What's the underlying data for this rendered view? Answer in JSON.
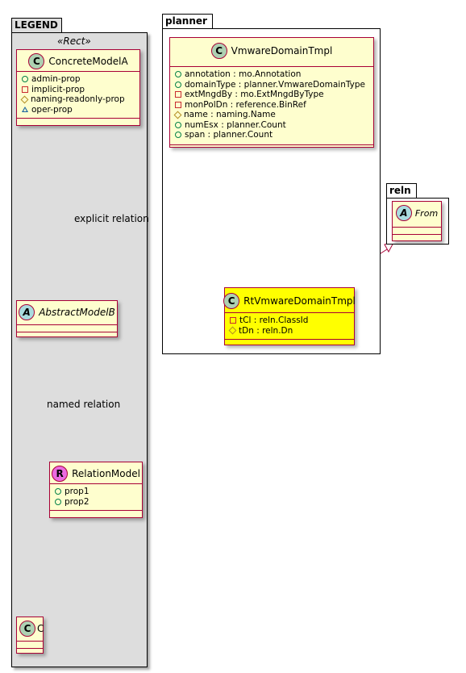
{
  "packages": {
    "legend": {
      "name": "LEGEND",
      "stereotype": "«Rect»"
    },
    "planner": {
      "name": "planner"
    },
    "reln": {
      "name": "reln"
    }
  },
  "classes": {
    "concrete_model_a": {
      "spot": "C",
      "name": "ConcreteModelA",
      "attrs": [
        {
          "vis": "public",
          "text": "admin-prop"
        },
        {
          "vis": "private",
          "text": "implicit-prop"
        },
        {
          "vis": "protected",
          "text": "naming-readonly-prop"
        },
        {
          "vis": "package",
          "text": "oper-prop"
        }
      ]
    },
    "abstract_model_b": {
      "spot": "A",
      "name": "AbstractModelB"
    },
    "relation_model": {
      "spot": "R",
      "name": "RelationModel",
      "attrs": [
        {
          "vis": "public",
          "text": "prop1"
        },
        {
          "vis": "public",
          "text": "prop2"
        }
      ]
    },
    "c": {
      "spot": "C",
      "name": "C"
    },
    "vmware_domain_tmpl": {
      "spot": "C",
      "name": "VmwareDomainTmpl",
      "attrs": [
        {
          "vis": "public",
          "text": "annotation : mo.Annotation"
        },
        {
          "vis": "public",
          "text": "domainType : planner.VmwareDomainType"
        },
        {
          "vis": "private",
          "text": "extMngdBy : mo.ExtMngdByType"
        },
        {
          "vis": "private",
          "text": "monPolDn : reference.BinRef"
        },
        {
          "vis": "protected",
          "text": "name : naming.Name"
        },
        {
          "vis": "public",
          "text": "numEsx : planner.Count"
        },
        {
          "vis": "public",
          "text": "span : planner.Count"
        }
      ]
    },
    "rt_vmware_domain_tmpl": {
      "spot": "C",
      "name": "RtVmwareDomainTmpl",
      "attrs": [
        {
          "vis": "private",
          "text": "tCl : reln.ClassId"
        },
        {
          "vis": "protected",
          "text": "tDn : reln.Dn"
        }
      ]
    },
    "from": {
      "spot": "A",
      "name": "From"
    }
  },
  "relations": {
    "explicit": "explicit relation",
    "named": "named relation"
  },
  "colors": {
    "class_fill": "#FEFECE",
    "class_border": "#A80036",
    "highlight_fill": "#FFFF00",
    "legend_fill": "#DDDDDD"
  }
}
